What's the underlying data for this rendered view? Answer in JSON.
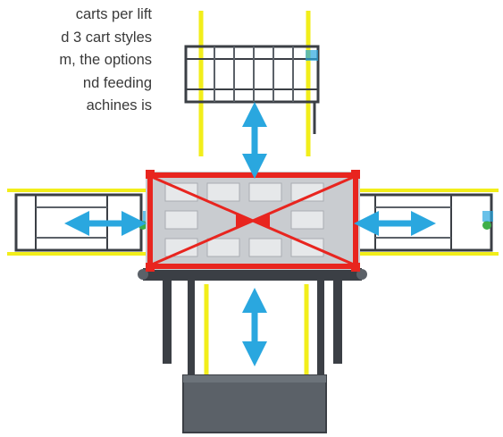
{
  "caption": {
    "lines": [
      "carts per lift",
      "d 3 cart styles",
      "m, the options",
      "nd feeding",
      "achines is"
    ]
  },
  "colors": {
    "frame_red": "#e8251f",
    "rail_yellow": "#f2ee1a",
    "arrow_blue": "#2aa7df",
    "steel_dark": "#3b3f45",
    "platform_gray": "#c9ccd0",
    "cart_gray": "#5b6168"
  },
  "icons": {
    "arrow": "double-headed-arrow-icon"
  }
}
